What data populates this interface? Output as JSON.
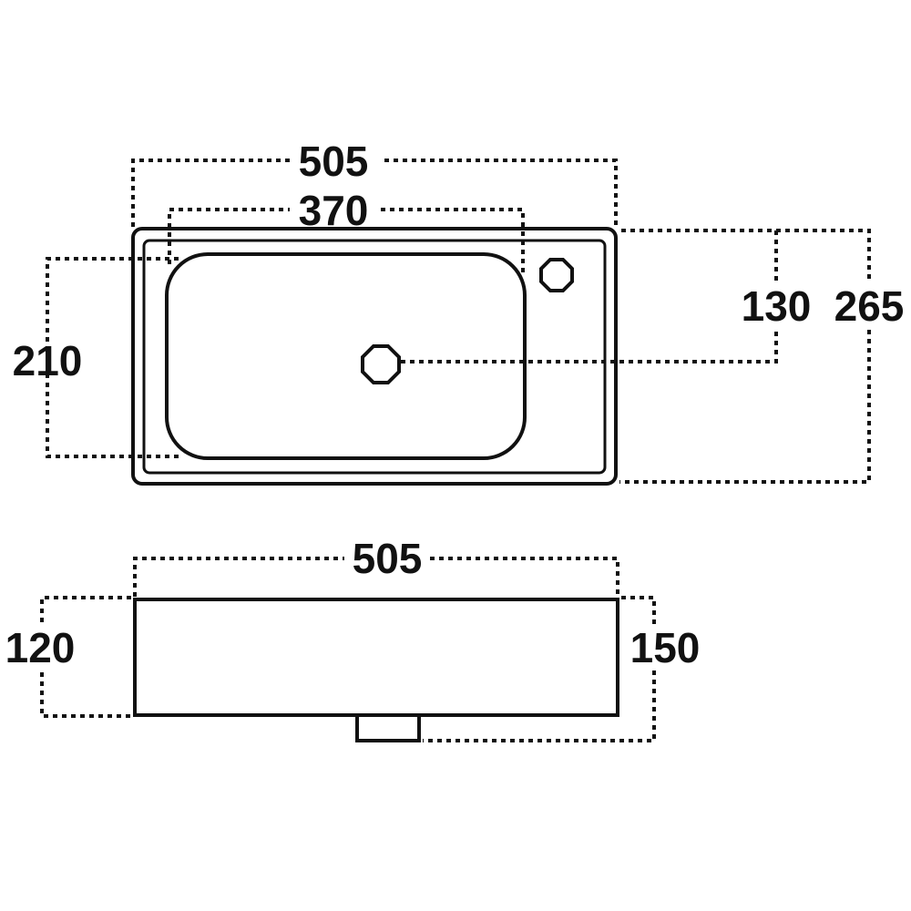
{
  "top_view": {
    "overall_width": "505",
    "bowl_width": "370",
    "bowl_depth": "210",
    "drain_offset": "130",
    "overall_depth": "265"
  },
  "front_view": {
    "overall_width": "505",
    "body_height": "120",
    "total_height": "150"
  },
  "colors": {
    "line": "#111111",
    "background": "#ffffff"
  }
}
